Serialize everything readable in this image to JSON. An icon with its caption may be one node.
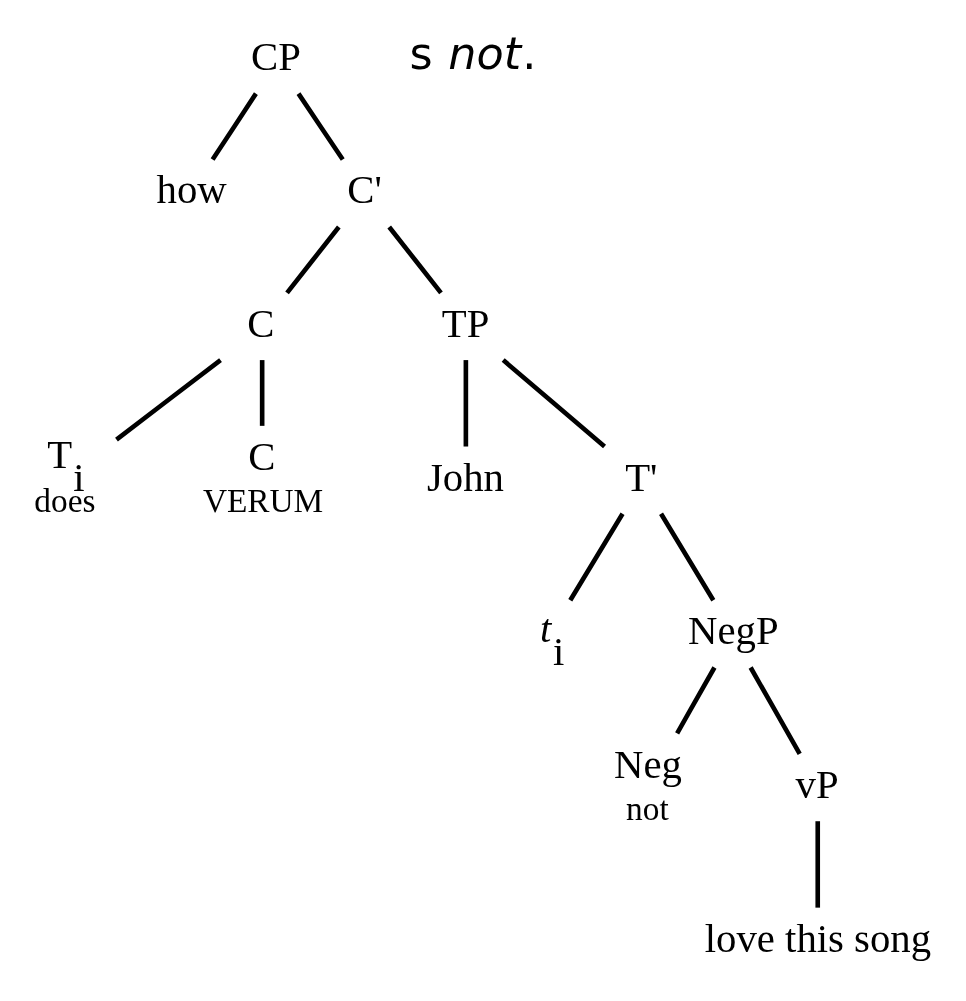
{
  "diagram": {
    "nodes": [
      {
        "text": [
          "CP"
        ]
      },
      {
        "text": [
          "how"
        ]
      },
      {
        "text": [
          "C'"
        ]
      },
      {
        "text": [
          "C"
        ]
      },
      {
        "text": [
          "TP"
        ]
      },
      {
        "text": [
          "T$_{i}$",
          "does"
        ]
      },
      {
        "text": [
          "C",
          "VERUM"
        ]
      },
      {
        "text": [
          "John"
        ]
      },
      {
        "text": [
          "T'"
        ]
      },
      {
        "text": [
          "*t*$_{i}$"
        ]
      },
      {
        "text": [
          "NegP"
        ]
      },
      {
        "text": [
          "Neg",
          "not"
        ]
      },
      {
        "text": [
          "vP"
        ]
      },
      {
        "text": [
          "love this song"
        ]
      }
    ],
    "edges": [
      {
        "from": 0,
        "to": 1,
        "arrow": "none"
      },
      {
        "from": 0,
        "to": 2,
        "arrow": "none"
      },
      {
        "from": 2,
        "to": 3,
        "arrow": "none"
      },
      {
        "from": 2,
        "to": 4,
        "arrow": "none"
      },
      {
        "from": 3,
        "to": 5,
        "arrow": "none"
      },
      {
        "from": 3,
        "to": 6,
        "arrow": "none"
      },
      {
        "from": 4,
        "to": 7,
        "arrow": "none"
      },
      {
        "from": 4,
        "to": 8,
        "arrow": "none"
      },
      {
        "from": 8,
        "to": 9,
        "arrow": "none"
      },
      {
        "from": 8,
        "to": 10,
        "arrow": "none"
      },
      {
        "from": 10,
        "to": 11,
        "arrow": "none"
      },
      {
        "from": 10,
        "to": 12,
        "arrow": "none"
      },
      {
        "from": 12,
        "to": 13,
        "arrow": "none"
      }
    ],
    "labels": [
      "s *not*."
    ]
  }
}
